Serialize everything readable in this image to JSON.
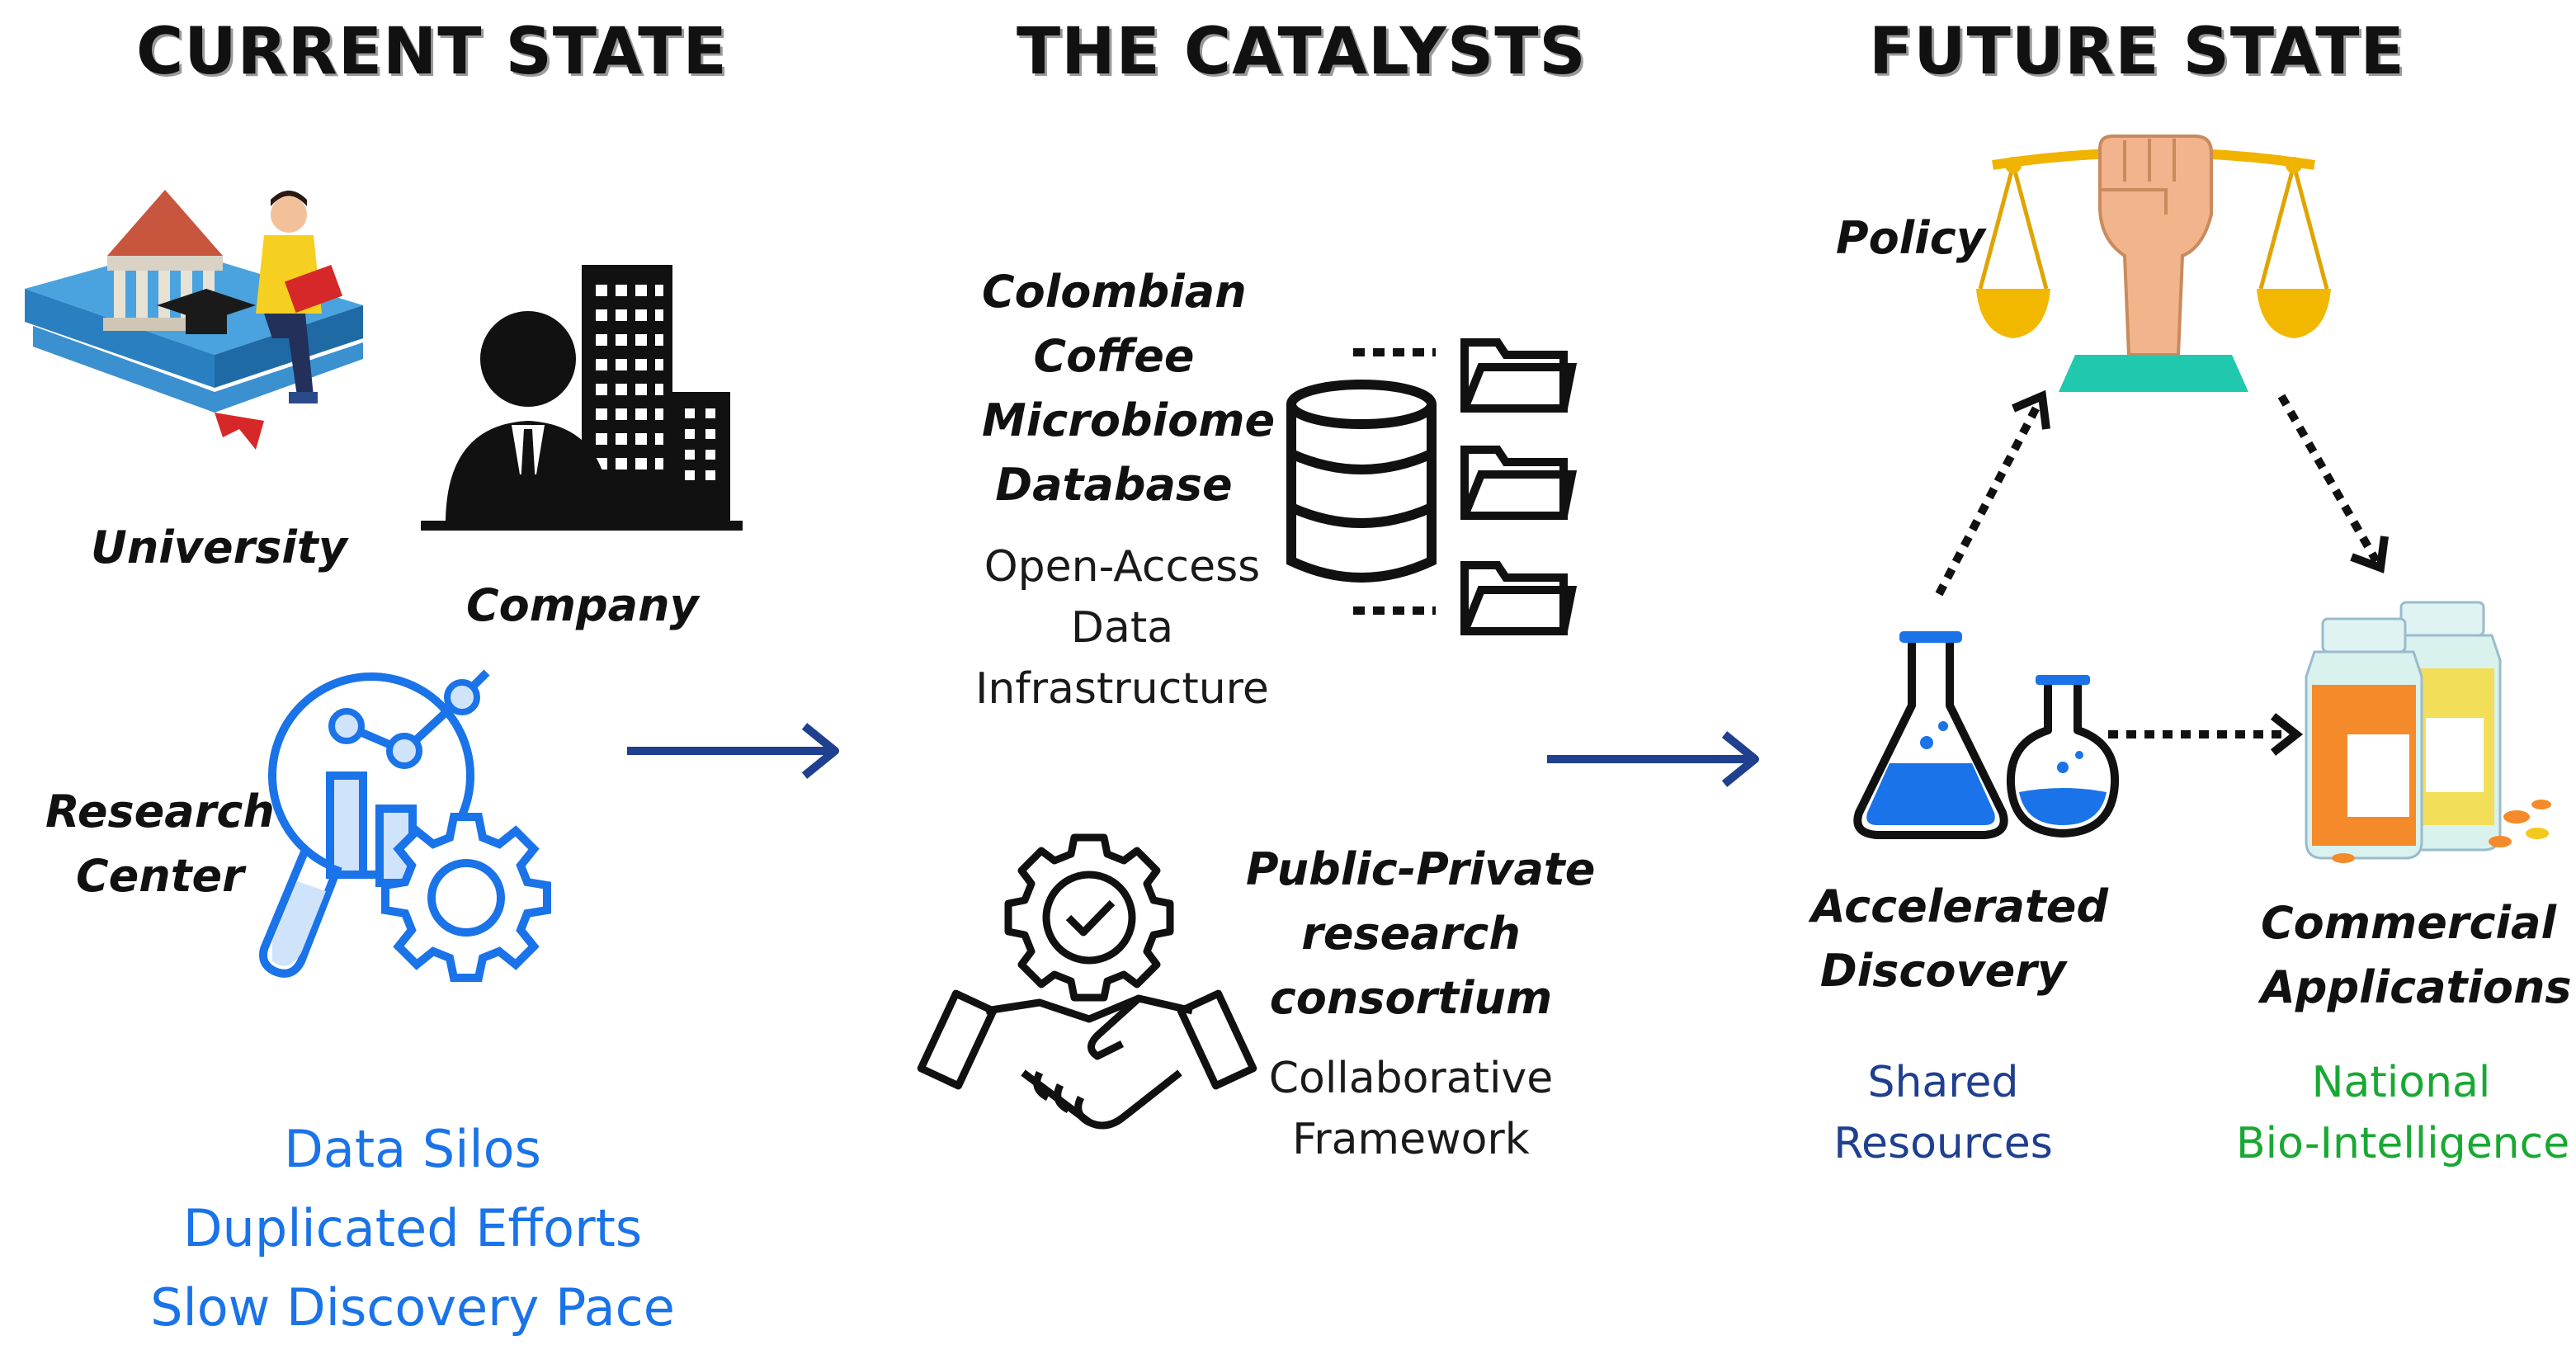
{
  "headings": {
    "current": "CURRENT STATE",
    "catalysts": "THE CATALYSTS",
    "future": "FUTURE STATE"
  },
  "current_state": {
    "university_label": "University",
    "company_label": "Company",
    "research_center_label": [
      "Research",
      "Center"
    ],
    "problems": [
      "Data Silos",
      "Duplicated Efforts",
      "Slow Discovery Pace"
    ]
  },
  "catalysts": {
    "database_title": [
      "Colombian",
      "Coffee",
      "Microbiome",
      "Database"
    ],
    "database_desc": [
      "Open-Access",
      "Data",
      "Infrastructure"
    ],
    "consortium_title": [
      "Public-Private",
      "research",
      "consortium"
    ],
    "consortium_desc": [
      "Collaborative",
      "Framework"
    ]
  },
  "future_state": {
    "policy_label": "Policy",
    "discovery_title": [
      "Accelerated",
      "Discovery"
    ],
    "discovery_desc": [
      "Shared",
      "Resources"
    ],
    "commercial_title": [
      "Commercial",
      "Applications"
    ],
    "commercial_desc": [
      "National",
      "Bio-Intelligence"
    ]
  },
  "colors": {
    "arrow": "#1f3f8f",
    "problem_text": "#1a73e8",
    "shared_text": "#1f3f8f",
    "national_text": "#19a833",
    "icon_blue": "#1a73e8"
  },
  "icons": [
    "university-icon",
    "company-icon",
    "research-center-icon",
    "database-icon",
    "folder-icon",
    "handshake-gear-icon",
    "scales-fist-icon",
    "flask-icon",
    "medicine-bottles-icon"
  ]
}
